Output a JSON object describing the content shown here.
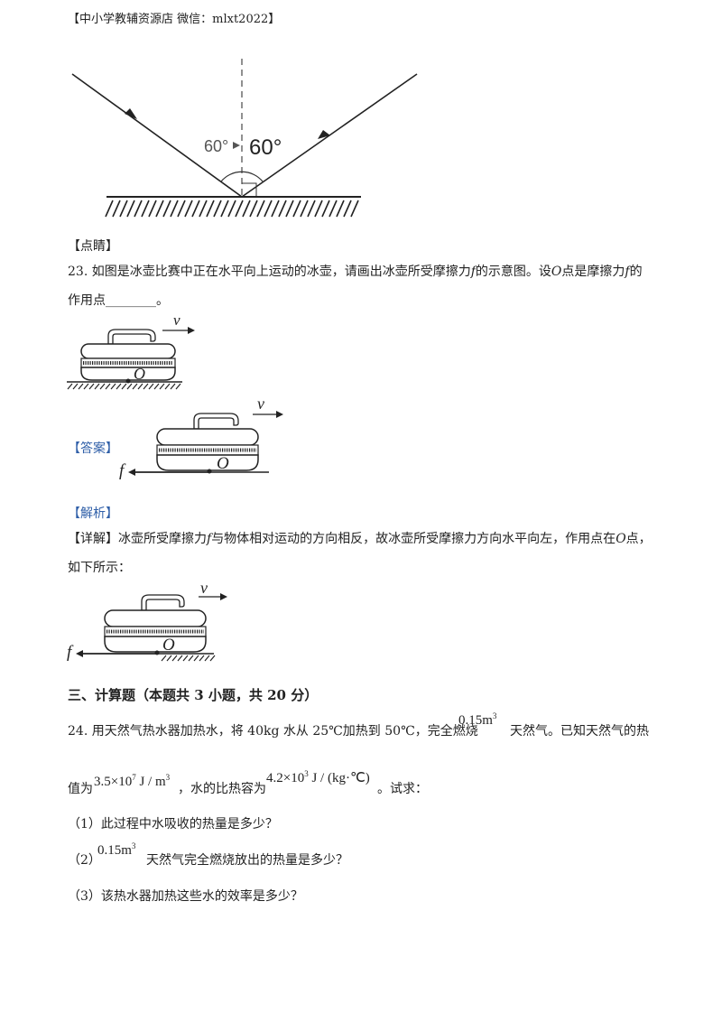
{
  "header": "【中小学教辅资源店  微信：mlxt2022】",
  "reflection_figure": {
    "angle_left_label": "60°",
    "angle_right_label": "60°"
  },
  "tag_dianjing": "【点睛】",
  "q23": {
    "line1_prefix": "23. 如图是冰壶比赛中正在水平向上运动的冰壶，请画出冰壶所受摩擦力",
    "f_symbol": "f",
    "line1_mid": "的示意图。设",
    "o_symbol": "O",
    "line1_suffix": "点是摩擦力",
    "line1_end": "的",
    "line2": "作用点________。"
  },
  "curling_figure": {
    "velocity_label": "v",
    "point_label": "O",
    "friction_label": "f"
  },
  "tag_answer": "【答案】",
  "tag_analysis": "【解析】",
  "detail": {
    "tag": "【详解】",
    "line1_a": "冰壶所受摩擦力",
    "line1_b": "与物体相对运动的方向相反，故冰壶所受摩擦力方向水平向左，作用点在",
    "line1_c": "点，",
    "line2": "如下所示："
  },
  "section3_heading": "三、计算题（本题共 3 小题，共 20 分）",
  "q24": {
    "line1_a": "24. 用天然气热水器加热水，将 40kg 水从 25℃加热到 50℃，完全燃烧",
    "volume": "0.15m",
    "volume_exp": "3",
    "line1_b": "天然气。已知天然气的热",
    "line2_a": "值为",
    "heat_value_base": "3.5×10",
    "heat_value_exp": "7",
    "heat_value_unit": " J / m",
    "heat_value_unit_exp": "3",
    "line2_b": "，水的比热容为",
    "c_base": "4.2×10",
    "c_exp": "3",
    "c_unit": " J / (kg·℃)",
    "line2_c": "。试求：",
    "sub1": "（1）此过程中水吸收的热量是多少？",
    "sub2_prefix": "（2）",
    "sub2_volume": "0.15m",
    "sub2_volume_exp": "3",
    "sub2_suffix": "天然气完全燃烧放出的热量是多少？",
    "sub3": "（3）该热水器加热这些水的效率是多少？"
  }
}
